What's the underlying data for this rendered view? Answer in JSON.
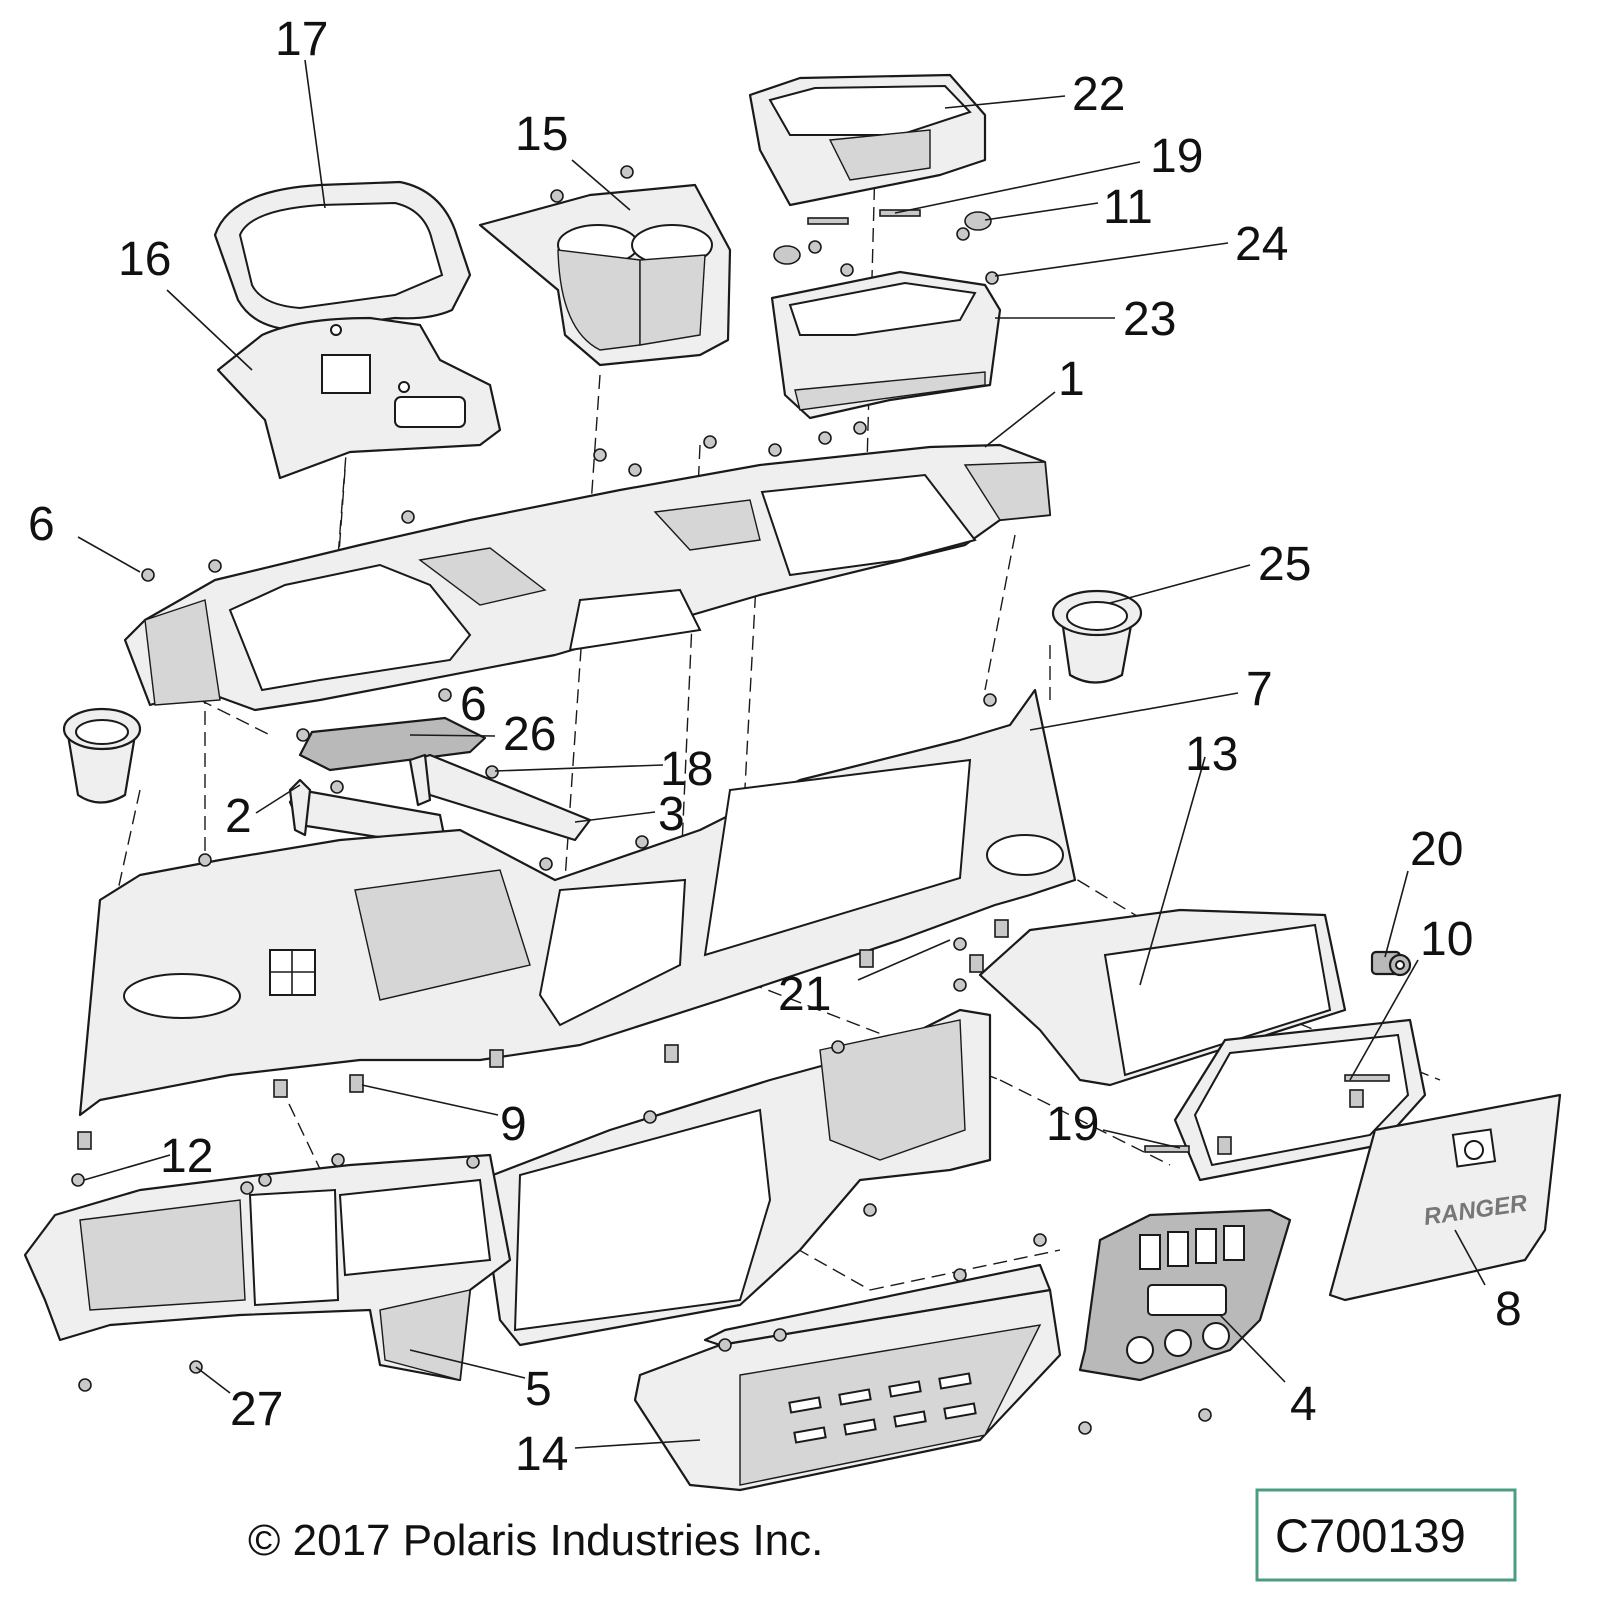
{
  "diagram": {
    "callouts": [
      {
        "label": "17"
      },
      {
        "label": "22"
      },
      {
        "label": "15"
      },
      {
        "label": "19"
      },
      {
        "label": "11"
      },
      {
        "label": "16"
      },
      {
        "label": "24"
      },
      {
        "label": "23"
      },
      {
        "label": "1"
      },
      {
        "label": "6"
      },
      {
        "label": "25"
      },
      {
        "label": "6"
      },
      {
        "label": "7"
      },
      {
        "label": "26"
      },
      {
        "label": "18"
      },
      {
        "label": "13"
      },
      {
        "label": "2"
      },
      {
        "label": "3"
      },
      {
        "label": "20"
      },
      {
        "label": "10"
      },
      {
        "label": "21"
      },
      {
        "label": "9"
      },
      {
        "label": "19"
      },
      {
        "label": "12"
      },
      {
        "label": "8"
      },
      {
        "label": "5"
      },
      {
        "label": "27"
      },
      {
        "label": "4"
      },
      {
        "label": "14"
      }
    ],
    "glovebox_logo": "RANGER",
    "copyright": "© 2017 Polaris Industries Inc.",
    "drawing_code": "C700139"
  }
}
